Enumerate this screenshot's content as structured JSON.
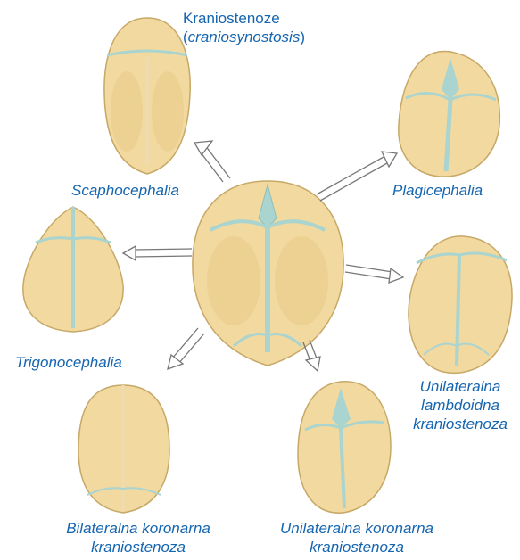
{
  "title": {
    "line1": "Kraniostenoze",
    "line2_open": "(",
    "line2_term": "craniosynostosis",
    "line2_close": ")"
  },
  "labels": {
    "scaphocephalia": "Scaphocephalia",
    "plagicephalia": "Plagicephalia",
    "trigonocephalia": "Trigonocephalia",
    "unilateral_lambdoid": [
      "Unilateralna",
      "lambdoidna",
      "kraniostenoza"
    ],
    "bilateral_coronal": [
      "Bilateralna koronarna",
      "kraniostenoza"
    ],
    "unilateral_coronal": [
      "Unilateralna koronarna",
      "kraniostenoza"
    ]
  },
  "colors": {
    "label_text": "#1565b0",
    "bone_fill": "#f1d9a0",
    "bone_edge": "#c7a867",
    "suture": "#a9d4cf",
    "arrow_stroke": "#777777"
  }
}
